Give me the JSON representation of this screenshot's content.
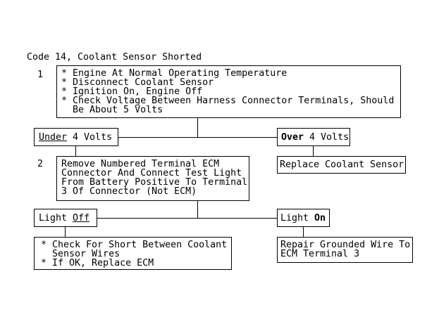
{
  "page": {
    "title": "Code 14, Coolant Sensor Shorted"
  },
  "colors": {
    "background": "#ffffff",
    "foreground": "#000000",
    "border": "#000000"
  },
  "flowchart": {
    "step1": {
      "label": "1",
      "lines": [
        "* Engine At Normal Operating Temperature",
        "* Disconnect Coolant Sensor",
        "* Ignition On, Engine Off",
        "* Check Voltage Between Harness Connector Terminals, Should",
        "  Be About 5 Volts"
      ]
    },
    "branch_under": {
      "emphasis": "Under",
      "rest": " 4 Volts"
    },
    "branch_over": {
      "emphasis": "Over",
      "rest": " 4 Volts"
    },
    "step2": {
      "label": "2",
      "lines": [
        "Remove Numbered Terminal ECM",
        "Connector And Connect Test Light",
        "From Battery Positive To Terminal",
        "3 Of Connector (Not ECM)"
      ]
    },
    "replace_sensor": {
      "text": "Replace Coolant Sensor"
    },
    "branch_light_off": {
      "prefix": "Light ",
      "emphasis": "Off"
    },
    "branch_light_on": {
      "prefix": "Light ",
      "emphasis": "On"
    },
    "check_short": {
      "lines": [
        "* Check For Short Between Coolant",
        "  Sensor Wires",
        "* If OK, Replace ECM"
      ]
    },
    "repair_wire": {
      "lines": [
        "Repair Grounded Wire To",
        "ECM Terminal 3"
      ]
    }
  }
}
